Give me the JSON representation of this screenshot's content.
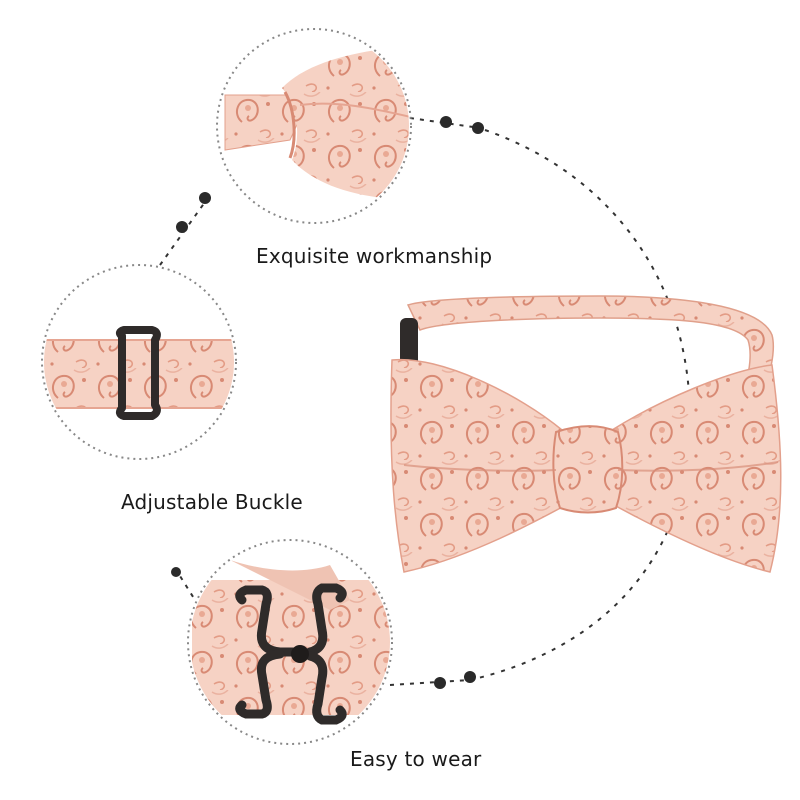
{
  "features": [
    {
      "caption": "Exquisite workmanship",
      "detail": "bow-knot-closeup"
    },
    {
      "caption": "Adjustable Buckle",
      "detail": "strap-slider-buckle"
    },
    {
      "caption": "Easy to wear",
      "detail": "hook-clasp"
    }
  ],
  "product": {
    "name": "pre-tied-bow-tie",
    "pattern": "paisley"
  },
  "colors": {
    "background": "#ffffff",
    "fabric_light": "#f6d2c4",
    "fabric_mid": "#eab2a0",
    "fabric_dark": "#d88a74",
    "hardware": "#2f2b2a",
    "connector": "#333333"
  }
}
